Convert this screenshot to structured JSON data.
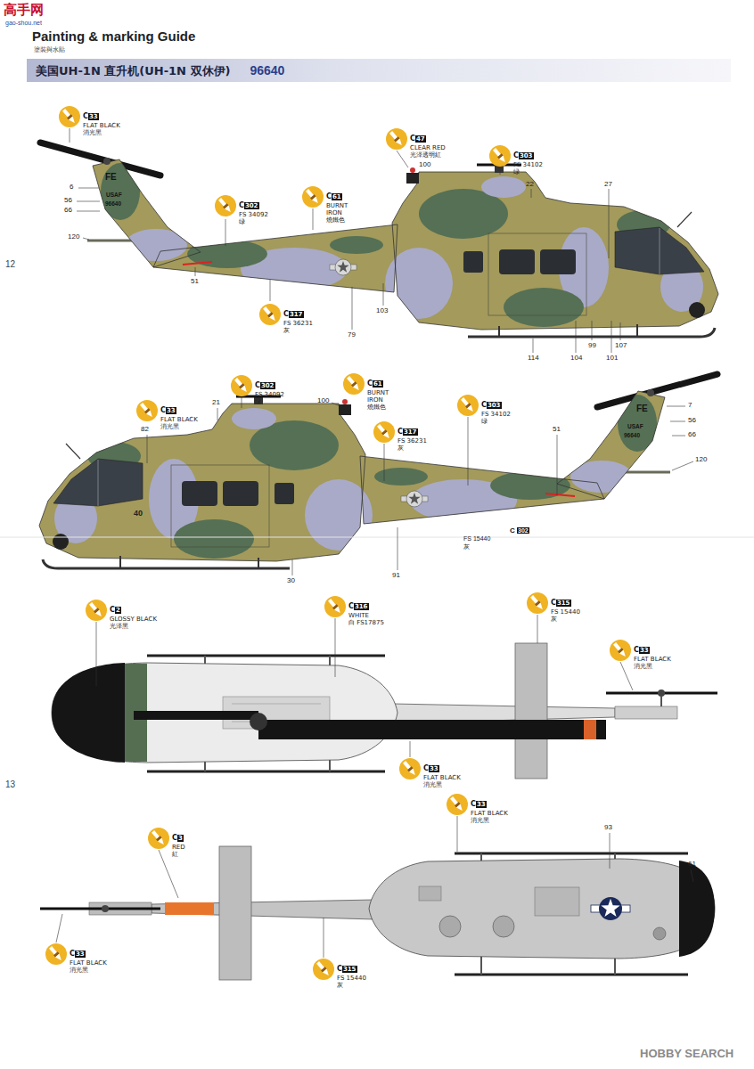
{
  "diagram": {
    "title": "Painting & marking Guide",
    "nodes": [
      {
        "text": [
          "美国UH-1N 直升机(UH-1N 双休伊)",
          "96640"
        ]
      },
      {
        "text": [
          "C",
          "33",
          "FLAT BLACK",
          "消光黑"
        ]
      },
      {
        "text": [
          "C",
          "47",
          "CLEAR RED",
          "光泽透明紅"
        ]
      },
      {
        "text": [
          "C",
          "303",
          "FS 34102",
          "绿"
        ]
      },
      {
        "text": [
          "C",
          "302",
          "FS 34092",
          "绿"
        ]
      },
      {
        "text": [
          "C",
          "61",
          "BURNT",
          "IRON",
          "燒鐵色"
        ]
      },
      {
        "text": [
          "C",
          "317",
          "FS 36231",
          "灰"
        ]
      },
      {
        "text": [
          "C",
          "33",
          "FLAT BLACK",
          "消光黑"
        ]
      },
      {
        "text": [
          "C",
          "302",
          "FS 34092",
          "绿"
        ]
      },
      {
        "text": [
          "C",
          "61",
          "BURNT",
          "IRON",
          "燒鐵色"
        ]
      },
      {
        "text": [
          "C",
          "317",
          "FS 36231",
          "灰"
        ]
      },
      {
        "text": [
          "C",
          "303",
          "FS 34102",
          "绿"
        ]
      },
      {
        "text": [
          "C",
          "2",
          "GLOSSY BLACK",
          "光泽黑"
        ]
      },
      {
        "text": [
          "C",
          "316",
          "WHITE",
          "白 FS17875"
        ]
      },
      {
        "text": [
          "C",
          "315",
          "FS 15440",
          "灰"
        ]
      },
      {
        "text": [
          "C",
          "33",
          "FLAT BLACK",
          "消光黑"
        ]
      },
      {
        "text": [
          "C",
          "33",
          "FLAT BLACK",
          "消光黑"
        ]
      },
      {
        "text": [
          "C",
          "33",
          "FLAT BLACK",
          "消光黑"
        ]
      },
      {
        "text": [
          "C",
          "3",
          "RED",
          "紅"
        ]
      },
      {
        "text": [
          "C",
          "33",
          "FLAT BLACK",
          "消光黑"
        ]
      },
      {
        "text": [
          "C",
          "315",
          "FS 15440",
          "灰"
        ]
      }
    ],
    "labels": [
      "高手网",
      "gao-shou.net",
      "塗裝與水貼",
      "12",
      "13",
      "6",
      "56",
      "66",
      "120",
      "51",
      "79",
      "103",
      "100",
      "22",
      "27",
      "114",
      "104",
      "99",
      "101",
      "107",
      "FE",
      "USAF",
      "96640",
      "21",
      "82",
      "100",
      "7",
      "56",
      "66",
      "51",
      "120",
      "91",
      "30",
      "40",
      "FE",
      "USAF",
      "96640",
      "FS 15440",
      "灰",
      "C",
      "302",
      "93",
      "61",
      "HOBBY SEARCH"
    ]
  }
}
